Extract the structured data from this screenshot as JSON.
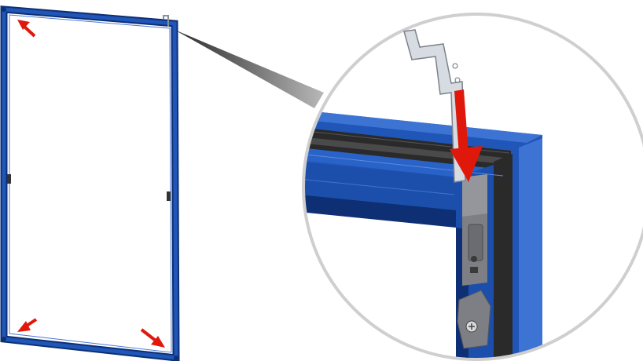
{
  "diagram": {
    "kind": "assembly-instruction",
    "colors": {
      "frame_blue": "#1f56b8",
      "frame_blue_dark": "#0e2f73",
      "gasket_black": "#2a2a2a",
      "arrow_red": "#e0180c",
      "bracket_gray": "#9aa0a8",
      "magnifier_ring": "#cfcfcf",
      "zoom_wedge": "#7d7d7d"
    },
    "arrows": [
      {
        "id": "top-left",
        "direction": "up-left"
      },
      {
        "id": "bottom-left",
        "direction": "down-left"
      },
      {
        "id": "bottom-right",
        "direction": "down-right"
      },
      {
        "id": "detail",
        "direction": "down"
      }
    ],
    "icons": [
      "mounting-bracket-icon",
      "corner-clip-icon",
      "screw-icon"
    ]
  }
}
